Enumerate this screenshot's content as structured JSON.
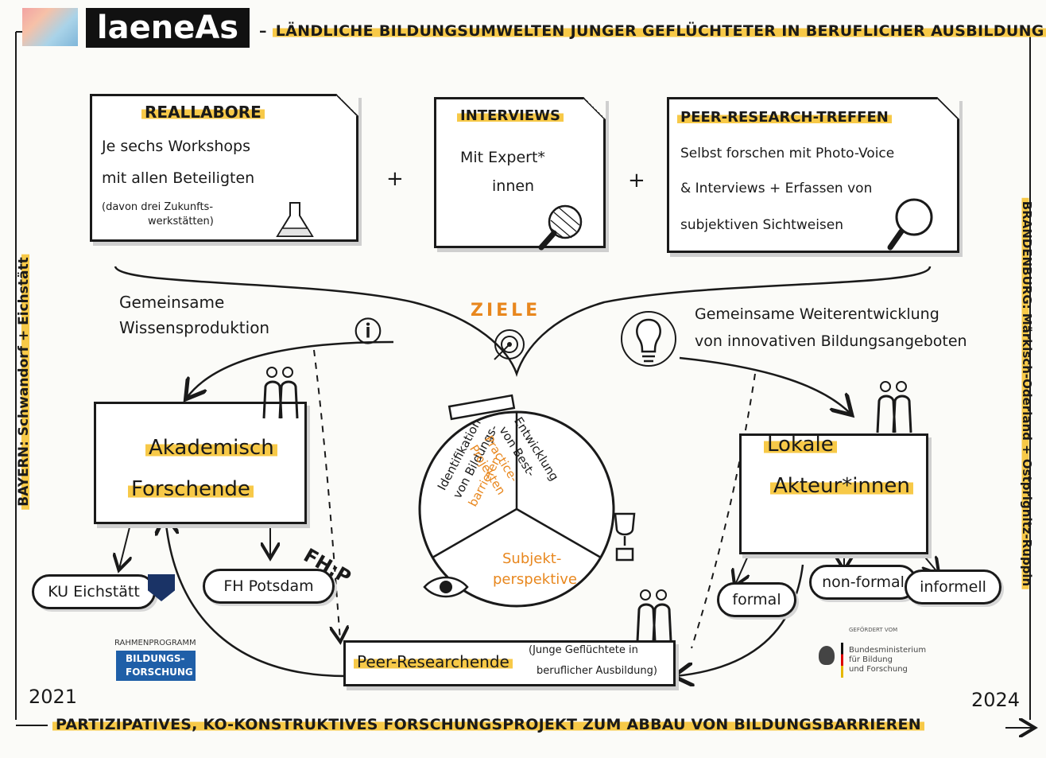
{
  "header": {
    "logo_text": "laeneAs",
    "title": "LÄNDLICHE BILDUNGSUMWELTEN JUNGER GEFLÜCHTETER IN BERUFLICHER AUSBILDUNG"
  },
  "side_labels": {
    "left": "BAYERN: Schwandorf + Eichstätt",
    "right": "BRANDENBURG: Märkisch-Oderland + Ostprignitz-Ruppin"
  },
  "top_boxes": [
    {
      "title": "REALLABORE",
      "lines": [
        "Je sechs Workshops",
        "mit allen Beteiligten"
      ],
      "small": [
        "(davon drei Zukunfts-",
        "werkstätten)"
      ]
    },
    {
      "title": "INTERVIEWS",
      "lines": [
        "Mit Expert*",
        "innen"
      ]
    },
    {
      "title": "PEER-RESEARCH-TREFFEN",
      "lines": [
        "Selbst forschen mit Photo-Voice",
        "& Interviews + Erfassen von",
        "subjektiven Sichtweisen"
      ]
    }
  ],
  "plus_signs": [
    "+",
    "+"
  ],
  "labels": {
    "knowledge": [
      "Gemeinsame",
      "Wissensproduktion"
    ],
    "goals": "ZIELE",
    "development": [
      "Gemeinsame Weiterentwicklung",
      "von innovativen Bildungsangeboten"
    ]
  },
  "academic": {
    "lines": [
      "Akademisch",
      "Forschende"
    ]
  },
  "local": {
    "lines": [
      "Lokale",
      "Akteur*innen"
    ]
  },
  "circle_segments": {
    "left": [
      "Identifikation",
      "von Bildungs-",
      "barrieren"
    ],
    "right": [
      "Entwicklung",
      "von Best-",
      "Practice-",
      "Projekten"
    ],
    "bottom": [
      "Subjekt-",
      "perspektive"
    ]
  },
  "institutions": {
    "ku": "KU Eichstätt",
    "fh": "FH Potsdam",
    "fhp_logo": "FH:P"
  },
  "forms": [
    "formal",
    "non-formal",
    "informell"
  ],
  "peer": {
    "main": "Peer-Researchende",
    "note": [
      "(Junge Geflüchtete in",
      "beruflicher Ausbildung)"
    ]
  },
  "funding_left": {
    "top": "RAHMENPROGRAMM",
    "badge": [
      "BILDUNGS-",
      "FORSCHUNG"
    ]
  },
  "funding_right": {
    "top": "GEFÖRDERT VOM",
    "lines": [
      "Bundesministerium",
      "für Bildung",
      "und Forschung"
    ]
  },
  "years": {
    "start": "2021",
    "end": "2024"
  },
  "footer": "PARTIZIPATIVES, KO-KONSTRUKTIVES FORSCHUNGSPROJEKT ZUM ABBAU VON BILDUNGSBARRIEREN",
  "colors": {
    "highlight": "#f7c948",
    "orange": "#e8871e",
    "ink": "#1a1a1a",
    "bmbf_blue": "#1f5fa8"
  }
}
